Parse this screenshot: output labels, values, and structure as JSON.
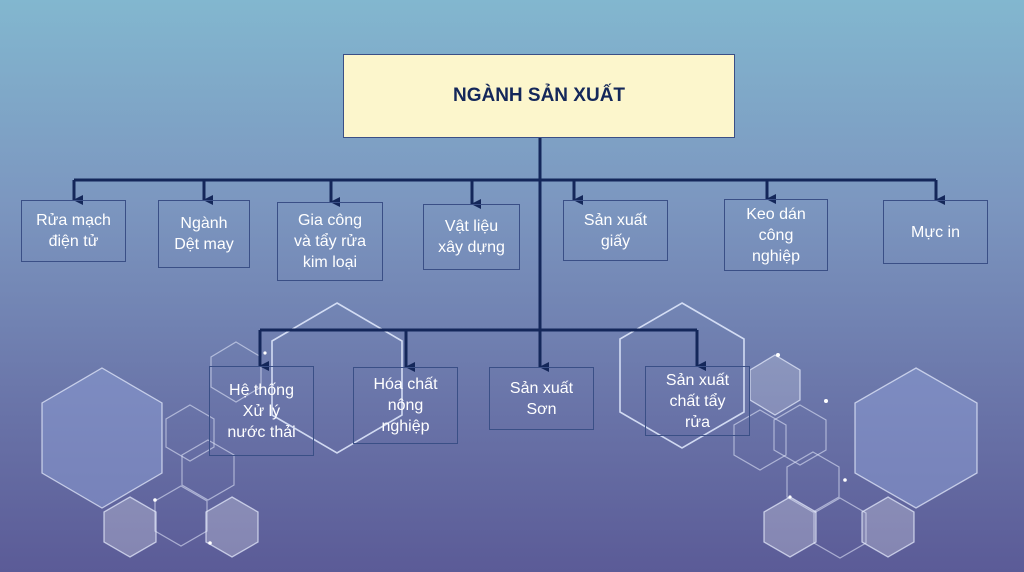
{
  "root": {
    "label": "NGÀNH SẢN XUẤT"
  },
  "level1": [
    {
      "label": "Rửa mạch\nđiện tử"
    },
    {
      "label": "Ngành\nDệt may"
    },
    {
      "label": "Gia công\nvà tẩy rửa\nkim loại"
    },
    {
      "label": "Vật liệu\nxây dựng"
    },
    {
      "label": "Sản xuất\ngiấy"
    },
    {
      "label": "Keo dán\ncông\nnghiệp"
    },
    {
      "label": "Mực in"
    }
  ],
  "level2": [
    {
      "label": "Hệ thống\nXử lý\nnước thải"
    },
    {
      "label": "Hóa chất\nnông\nnghiệp"
    },
    {
      "label": "Sản xuất\nSơn"
    },
    {
      "label": "Sản xuất\nchất tẩy\nrửa"
    }
  ],
  "colors": {
    "connector": "#14275a",
    "root_fill": "#fcf6cc",
    "node_text": "#ffffff",
    "background_top": "#82b7cf",
    "background_bottom": "#5b5b97"
  }
}
